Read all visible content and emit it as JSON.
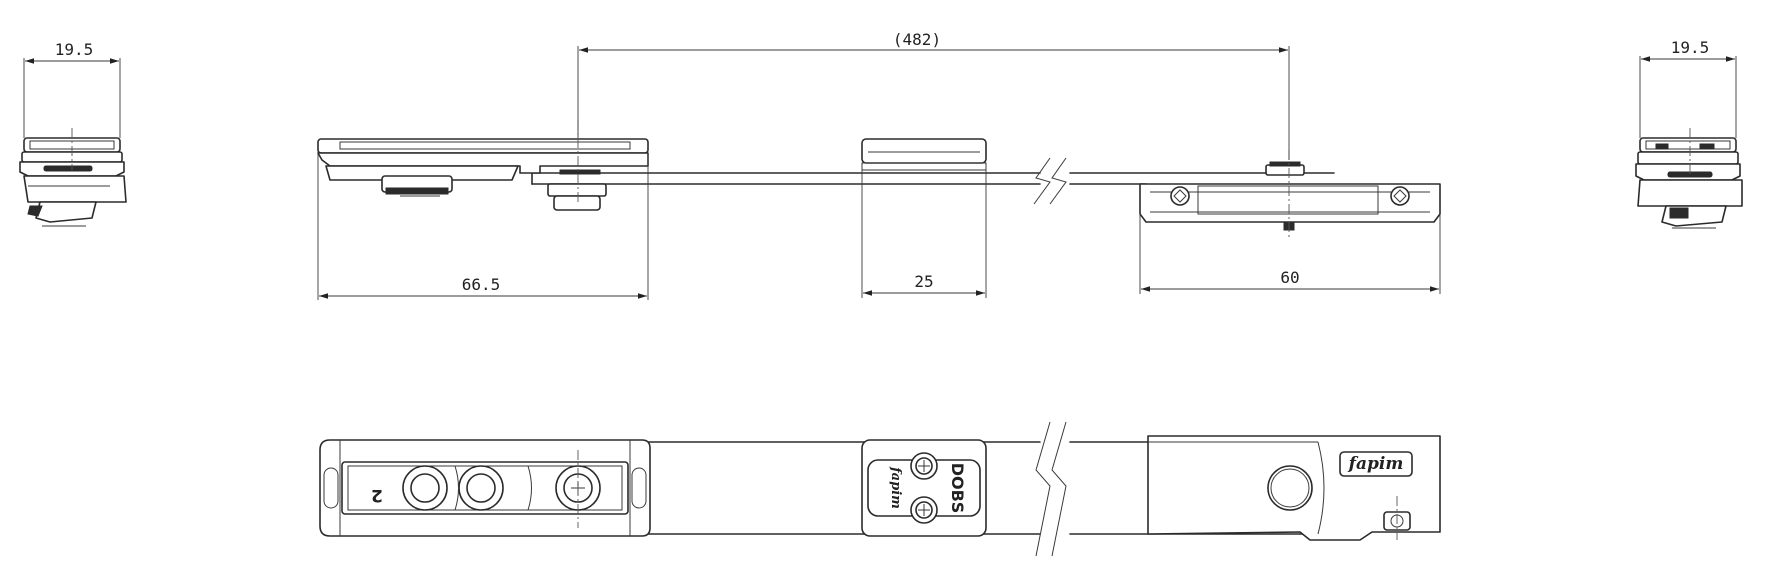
{
  "dimensions": {
    "left_end_width": "19.5",
    "overall_length": "(482)",
    "left_body": "66.5",
    "middle_guide": "25",
    "right_body": "60",
    "right_end_width": "19.5"
  },
  "markings": {
    "part_number": "2",
    "guide_label": "DOBS",
    "guide_brand": "fapim",
    "body_brand": "fapim"
  }
}
